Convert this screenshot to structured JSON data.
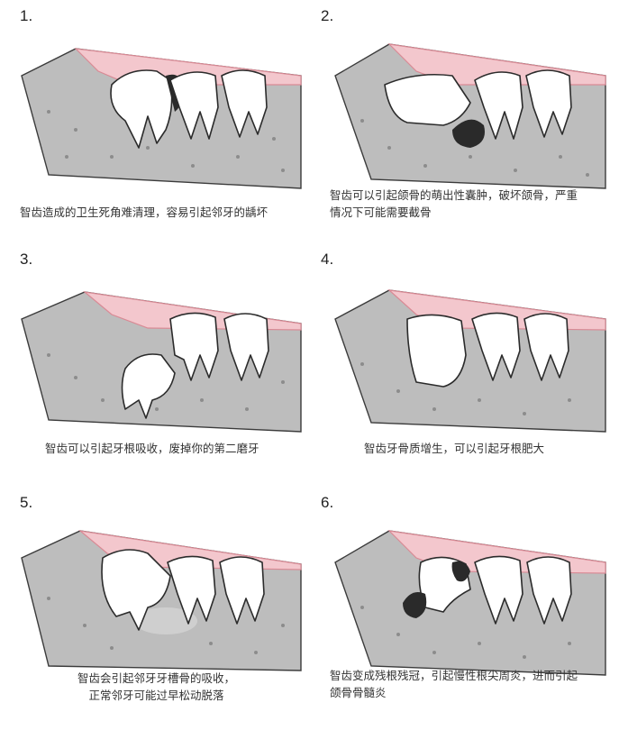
{
  "panels": [
    {
      "number": "1.",
      "caption_lines": [
        "智齿造成的卫生死角难清理，容易引起邻牙的龋坏"
      ]
    },
    {
      "number": "2.",
      "caption_lines": [
        "智齿可以引起颌骨的萌出性囊肿，破坏颌骨，严重",
        "情况下可能需要截骨"
      ]
    },
    {
      "number": "3.",
      "caption_lines": [
        "智齿可以引起牙根吸收，废掉你的第二磨牙"
      ]
    },
    {
      "number": "4.",
      "caption_lines": [
        "智齿牙骨质增生，可以引起牙根肥大"
      ]
    },
    {
      "number": "5.",
      "caption_lines": [
        "智齿会引起邻牙牙槽骨的吸收，",
        "正常邻牙可能过早松动脱落"
      ]
    },
    {
      "number": "6.",
      "caption_lines": [
        "智齿变成残根残冠，引起慢性根尖周炎，进而引起",
        "颌骨骨髓炎"
      ]
    }
  ]
}
